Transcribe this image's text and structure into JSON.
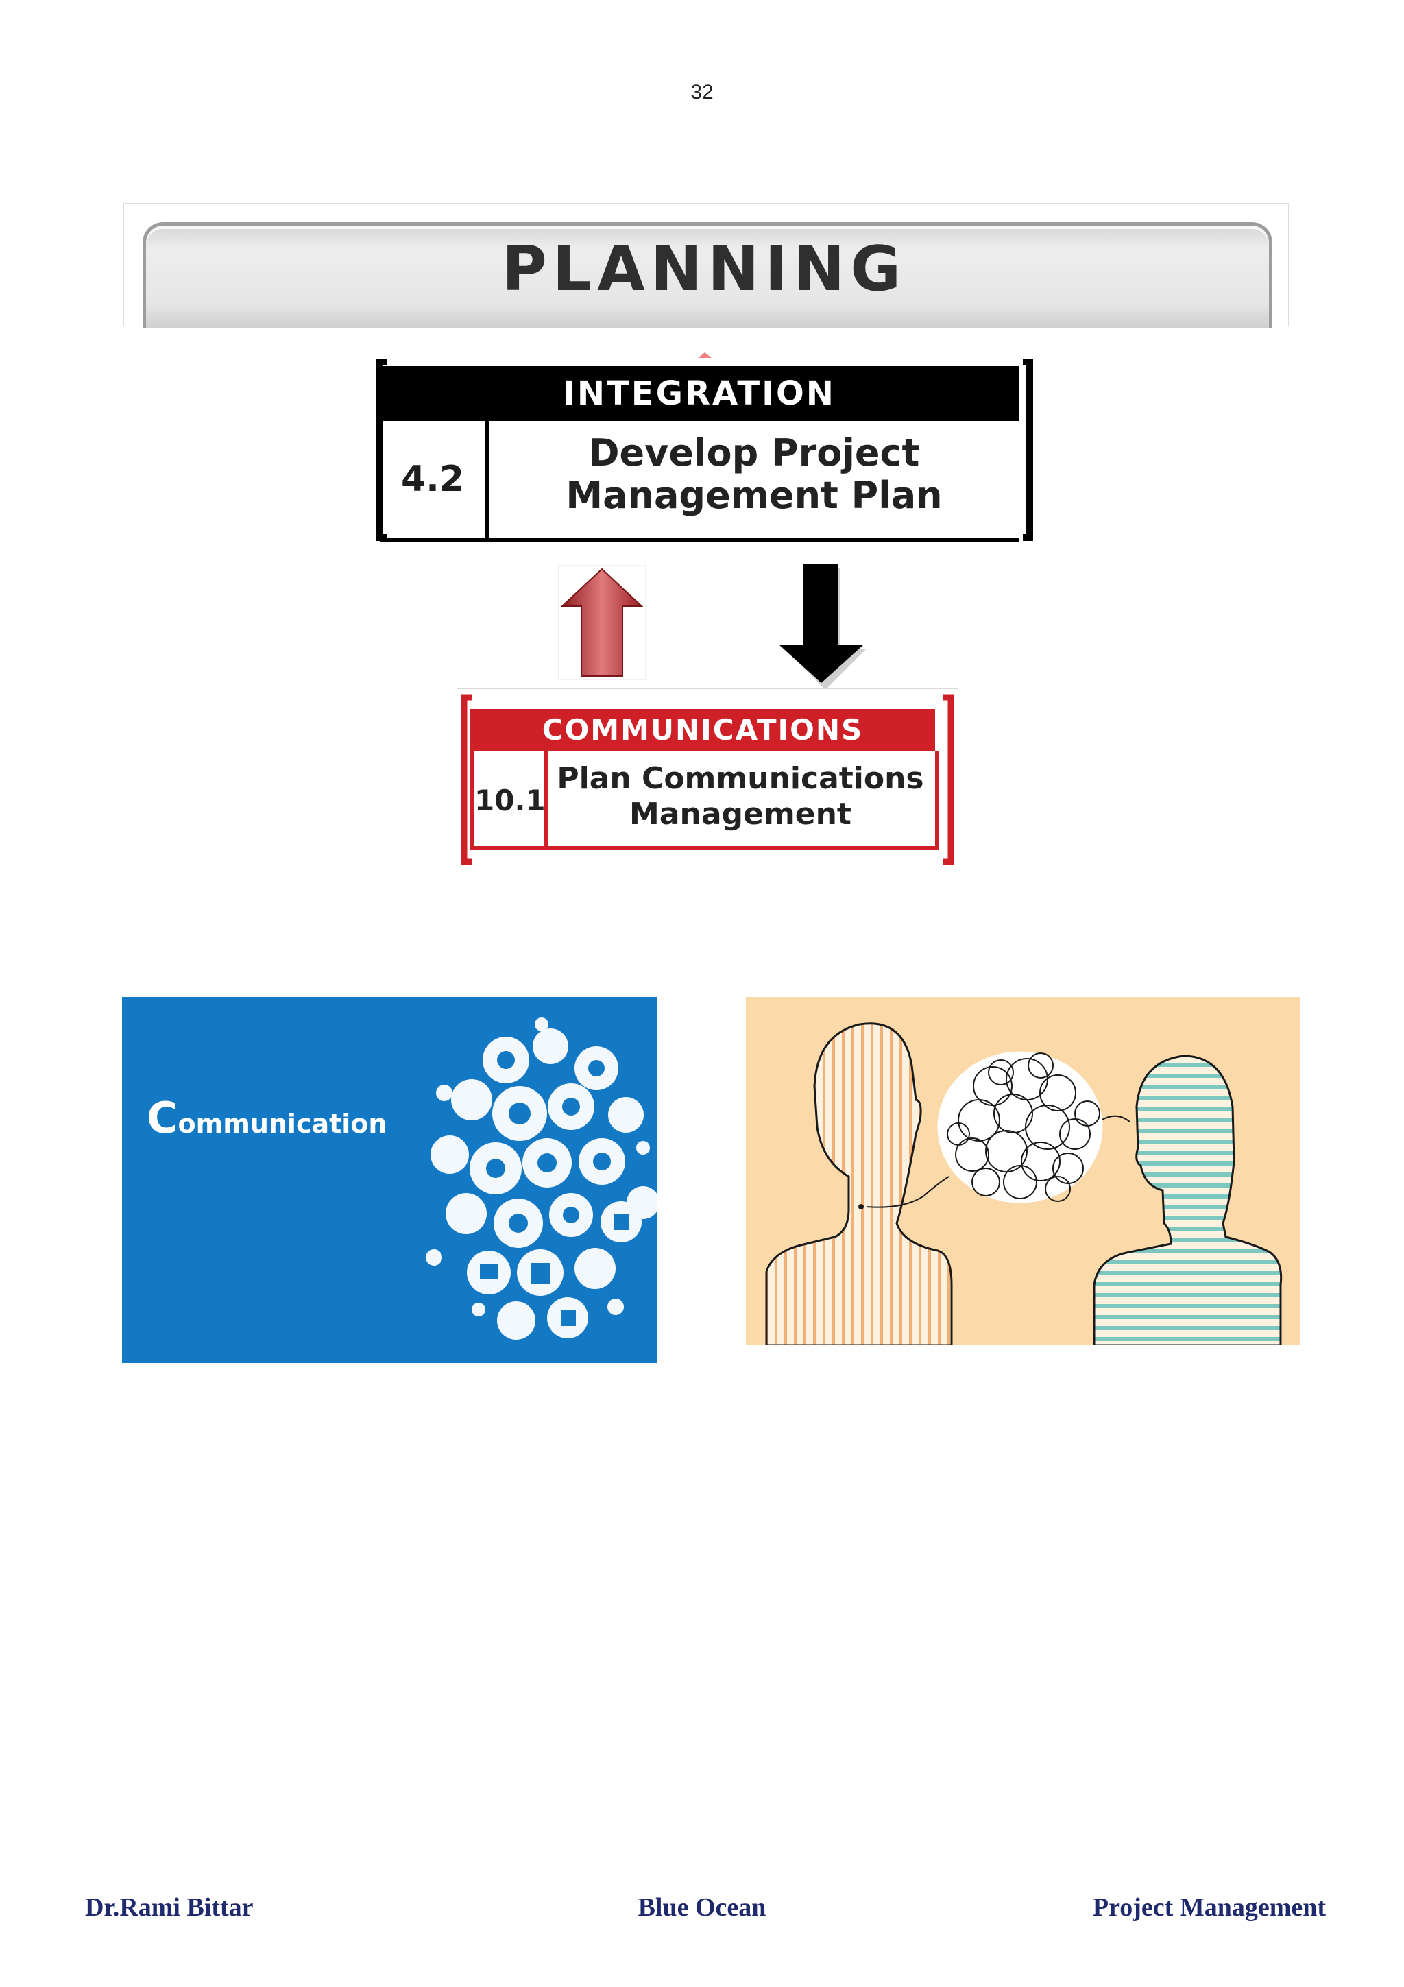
{
  "page": {
    "number": "32"
  },
  "planning": {
    "title": "PLANNING"
  },
  "integration": {
    "header": "INTEGRATION",
    "number": "4.2",
    "title_line1": "Develop Project",
    "title_line2": "Management Plan"
  },
  "communications": {
    "header": "COMMUNICATIONS",
    "number": "10.1",
    "title_line1": "Plan Communications",
    "title_line2": "Management"
  },
  "image_left": {
    "text_initial": "C",
    "text_rest": "ommunication"
  },
  "footer": {
    "left": "Dr.Rami Bittar",
    "center": "Blue Ocean",
    "right": "Project Management"
  },
  "colors": {
    "red": "#cf2027",
    "blue": "#1479c4",
    "footer_text": "#1f2a6e",
    "peach": "#fbd9a9"
  }
}
